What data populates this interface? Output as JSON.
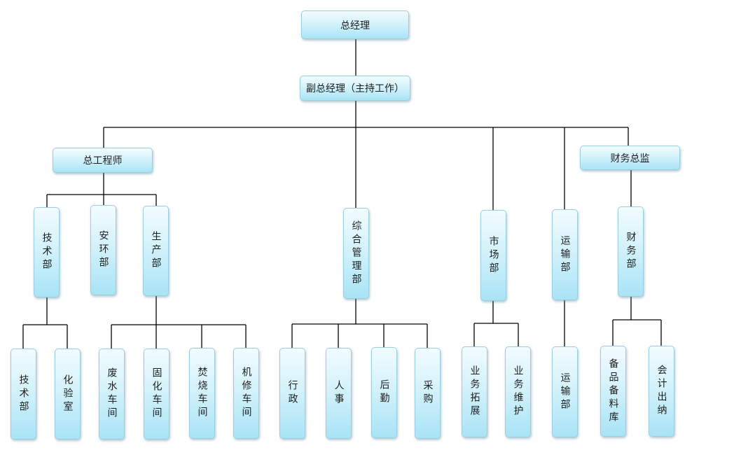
{
  "nodes": {
    "gm": "总经理",
    "dgm": "副总经理（主持工作）",
    "chief_engineer": "总工程师",
    "finance_director": "财务总监",
    "tech_dept": "技术部",
    "safety_env_dept": "安环部",
    "production_dept": "生产部",
    "general_mgmt_dept": "综合管理部",
    "market_dept": "市场部",
    "transport_dept": "运输部",
    "finance_dept": "财务部",
    "tech_dept_sub": "技术部",
    "lab": "化验室",
    "wastewater_workshop": "废水车间",
    "solidification_workshop": "固化车间",
    "incineration_workshop": "焚烧车间",
    "maintenance_workshop": "机修车间",
    "admin": "行政",
    "hr": "人事",
    "logistics": "后勤",
    "procurement": "采购",
    "business_expansion": "业务拓展",
    "business_maintenance": "业务维护",
    "transport_dept_sub": "运输部",
    "spare_parts": "备品备料库",
    "accounting": "会计出纳"
  }
}
